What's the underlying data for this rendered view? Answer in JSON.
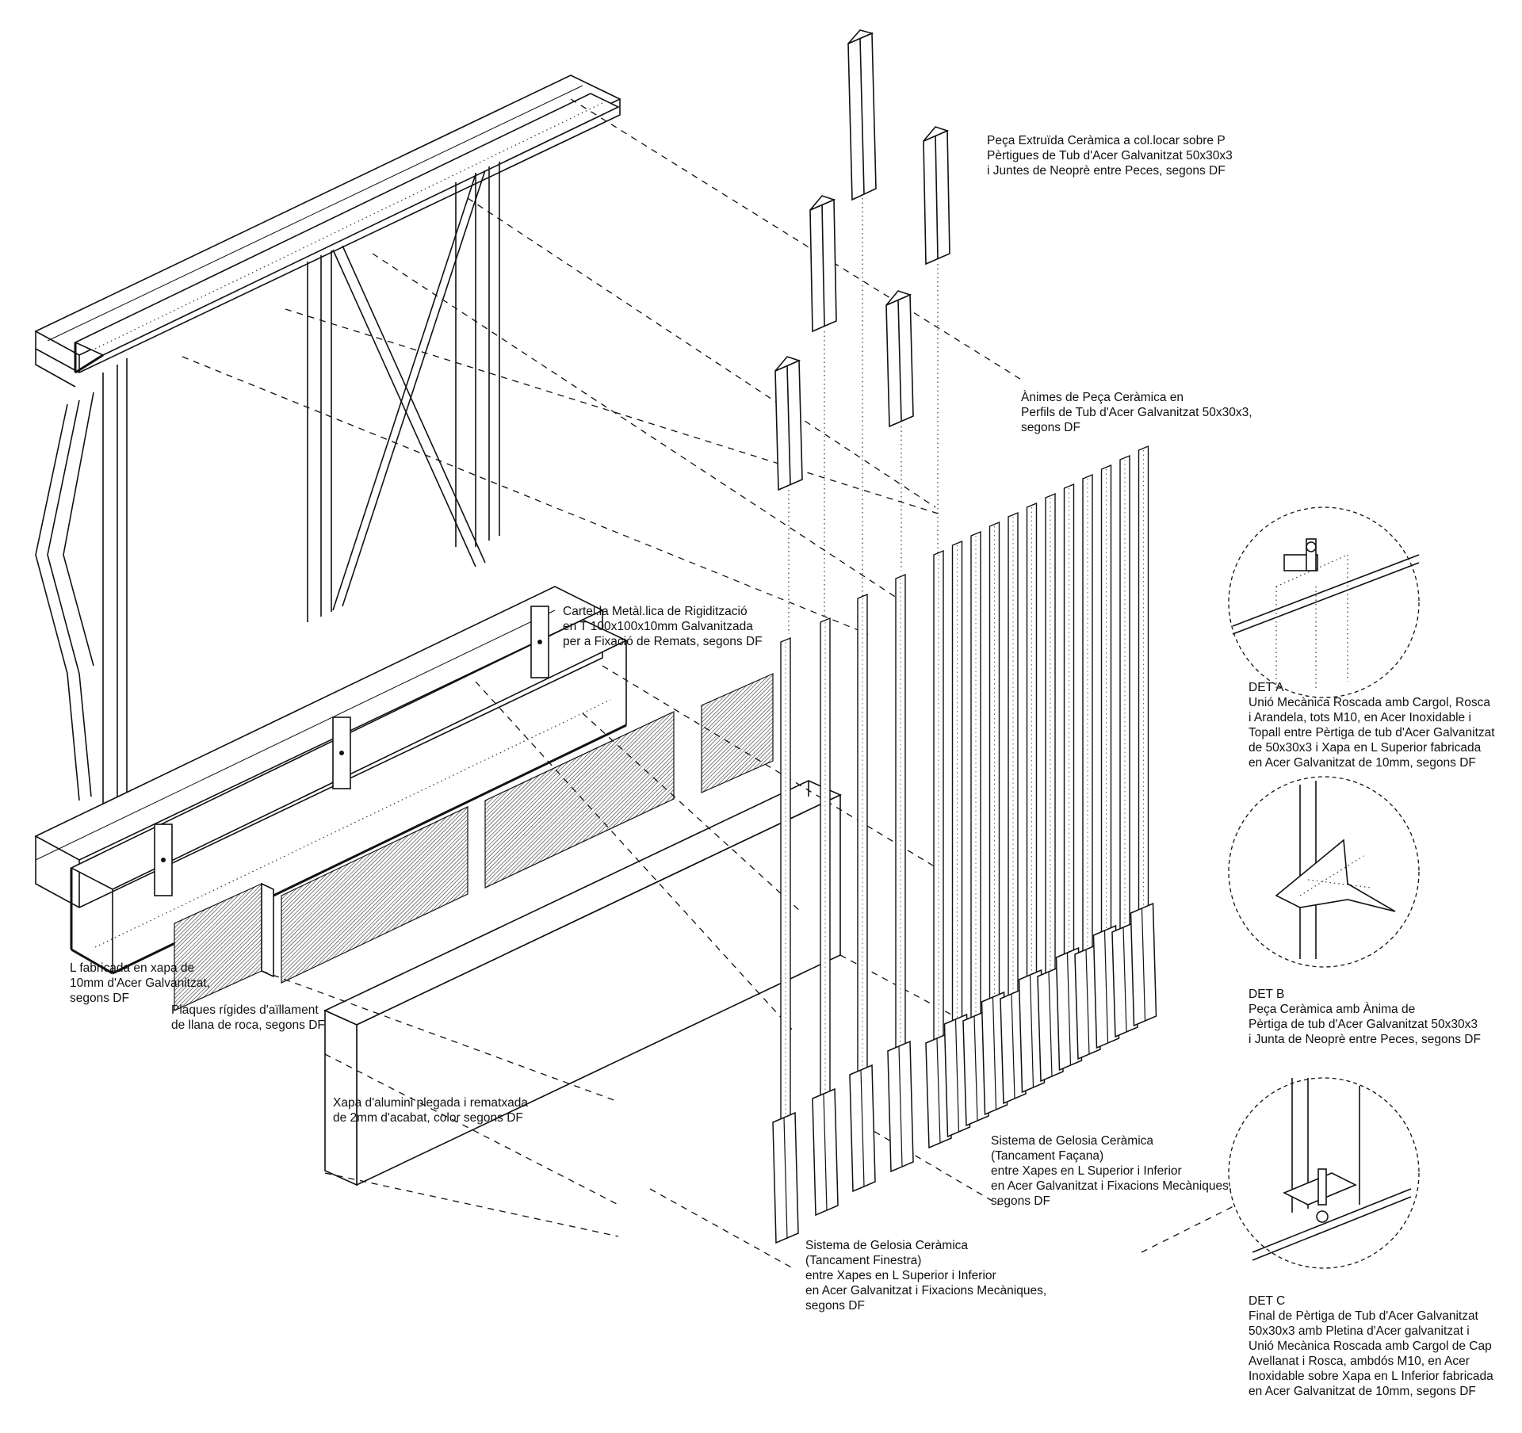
{
  "labels": {
    "ceramic_piece": [
      "Peça Extruïda Ceràmica a col.locar sobre P",
      "Pèrtigues de Tub d'Acer Galvanitzat 50x30x3",
      "i Juntes de Neoprè entre Peces, segons DF"
    ],
    "animes": [
      "Ànimes de Peça Ceràmica en",
      "Perfils de Tub d'Acer Galvanitzat 50x30x3,",
      "segons DF"
    ],
    "cartela": [
      "Cartel.la Metàl.lica de Rigidització",
      "en T 100x100x10mm Galvanitzada",
      "per a Fixació de Remats, segons DF"
    ],
    "l_fabricada": [
      "L fabricada en xapa de",
      "10mm d'Acer Galvanitzat,",
      "segons DF"
    ],
    "plaques": [
      "Plaques rígides d'aïllament",
      "de llana de roca, segons DF"
    ],
    "xapa_alumini": [
      "Xapa d'alumini plegada i rematxada",
      "de 2mm d'acabat, color segons DF"
    ],
    "gelosia_facana": [
      "Sistema de Gelosia Ceràmica",
      "(Tancament Façana)",
      "entre Xapes en L Superior i Inferior",
      "en Acer Galvanitzat i Fixacions Mecàniques,",
      "segons DF"
    ],
    "gelosia_finestra": [
      "Sistema de Gelosia Ceràmica",
      "(Tancament Finestra)",
      "entre Xapes en L Superior i Inferior",
      "en Acer Galvanitzat i Fixacions Mecàniques,",
      "segons DF"
    ],
    "det_a": [
      "DET A",
      "Unió Mecànica Roscada amb Cargol, Rosca",
      "i Arandela, tots M10, en Acer Inoxidable i",
      "Topall entre Pèrtiga de tub d'Acer Galvanitzat",
      "de 50x30x3 i Xapa en L Superior fabricada",
      "en Acer Galvanitzat de 10mm, segons DF"
    ],
    "det_b": [
      "DET B",
      "Peça Ceràmica amb Ànima de",
      "Pèrtiga de tub d'Acer Galvanitzat 50x30x3",
      "i Junta de Neoprè entre Peces, segons DF"
    ],
    "det_c": [
      "DET C",
      "Final de Pèrtiga de Tub d'Acer Galvanitzat",
      "50x30x3 amb Pletina d'Acer galvanitzat i",
      "Unió Mecànica Roscada amb Cargol de Cap",
      "Avellanat i Rosca, ambdós M10, en Acer",
      "Inoxidable sobre Xapa en L Inferior fabricada",
      "en Acer Galvanitzat de 10mm, segons DF"
    ]
  }
}
